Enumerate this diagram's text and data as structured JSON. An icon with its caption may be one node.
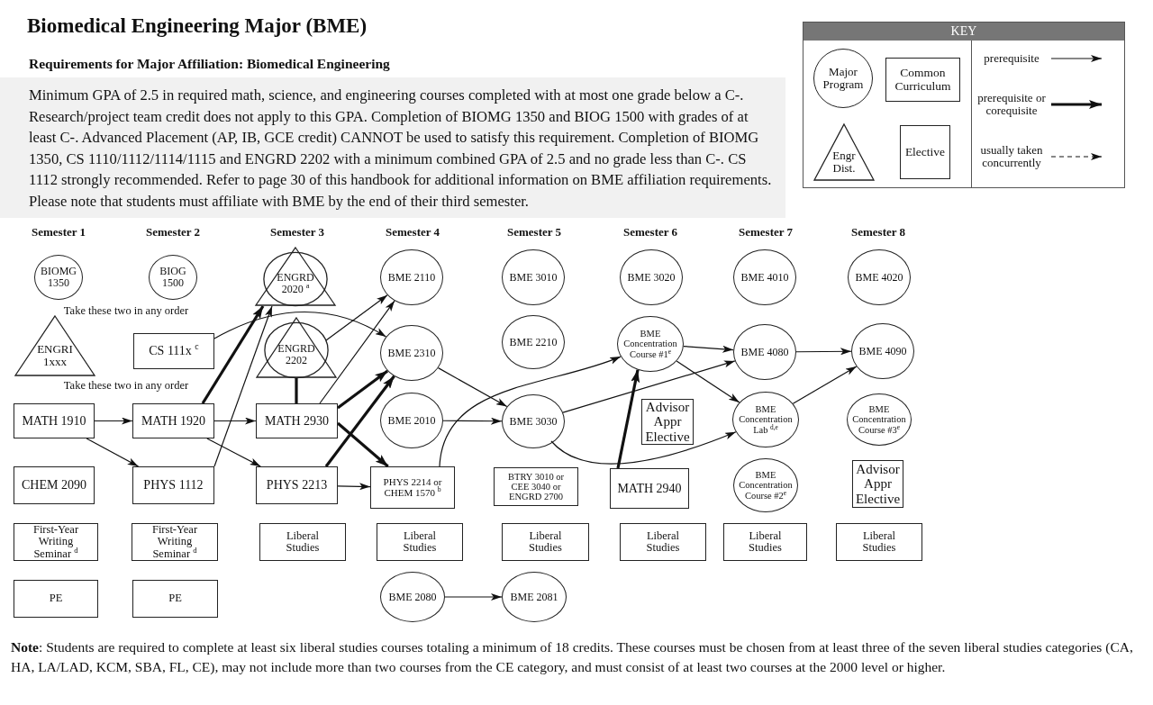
{
  "diagram": {
    "title": "Biomedical Engineering Major (BME)",
    "nodes": [
      {
        "text": [
          "BIOMG 1350"
        ]
      },
      {
        "text": [
          "BIOG 1500"
        ]
      },
      {
        "text": [
          "ENGRD 2020 $^{a}$"
        ]
      },
      {
        "text": [
          "BME 2110"
        ]
      },
      {
        "text": [
          "BME 3010"
        ]
      },
      {
        "text": [
          "BME 3020"
        ]
      },
      {
        "text": [
          "BME 4010"
        ]
      },
      {
        "text": [
          "BME 4020"
        ]
      },
      {
        "text": [
          "ENGRI 1xxx"
        ]
      },
      {
        "text": [
          "CS 111x $^{c}$"
        ]
      },
      {
        "text": [
          "ENGRD 2202"
        ]
      },
      {
        "text": [
          "BME 2310"
        ]
      },
      {
        "text": [
          "BME 2210"
        ]
      },
      {
        "text": [
          "BME Concentration Course #1$^{e}$"
        ]
      },
      {
        "text": [
          "BME 4080"
        ]
      },
      {
        "text": [
          "BME 4090"
        ]
      },
      {
        "text": [
          "MATH 1910"
        ]
      },
      {
        "text": [
          "MATH 1920"
        ]
      },
      {
        "text": [
          "MATH 2930"
        ]
      },
      {
        "text": [
          "BME 2010"
        ]
      },
      {
        "text": [
          "BME 3030"
        ]
      },
      {
        "text": [
          "Advisor Appr Elective"
        ]
      },
      {
        "text": [
          "BME Concentration Lab $^{d,e}$"
        ]
      },
      {
        "text": [
          "BME Concentration Course #3$^{e}$"
        ]
      },
      {
        "text": [
          "CHEM 2090"
        ]
      },
      {
        "text": [
          "PHYS 1112"
        ]
      },
      {
        "text": [
          "PHYS 2213"
        ]
      },
      {
        "text": [
          "PHYS 2214 or CHEM 1570 $^{b}$"
        ]
      },
      {
        "text": [
          "BTRY 3010 or CEE 3040 or ENGRD 2700"
        ]
      },
      {
        "text": [
          "MATH 2940"
        ]
      },
      {
        "text": [
          "BME Concentration Course #2$^{e}$"
        ]
      },
      {
        "text": [
          "Advisor Appr Elective"
        ]
      },
      {
        "text": [
          "First-Year Writing Seminar $^{d}$"
        ]
      },
      {
        "text": [
          "First-Year Writing Seminar $^{d}$"
        ]
      },
      {
        "text": [
          "Liberal Studies"
        ]
      },
      {
        "text": [
          "Liberal Studies"
        ]
      },
      {
        "text": [
          "Liberal Studies"
        ]
      },
      {
        "text": [
          "Liberal Studies"
        ]
      },
      {
        "text": [
          "Liberal Studies"
        ]
      },
      {
        "text": [
          "Liberal Studies"
        ]
      },
      {
        "text": [
          "PE"
        ]
      },
      {
        "text": [
          "PE"
        ]
      },
      {
        "text": [
          "BME 2080"
        ]
      },
      {
        "text": [
          "BME 2081"
        ]
      },
      {
        "text": [
          "KEY"
        ]
      },
      {
        "text": [
          "Major Program"
        ],
        "in": 44
      },
      {
        "text": [
          "Common Curriculum"
        ],
        "in": 44
      },
      {
        "text": [
          "Engr Dist."
        ],
        "in": 44
      },
      {
        "text": [
          "Elective"
        ],
        "in": 44
      }
    ],
    "edges": [
      {
        "from": 16,
        "to": 17,
        "arrow": "to"
      },
      {
        "from": 16,
        "to": 25,
        "arrow": "to"
      },
      {
        "from": 17,
        "to": 18,
        "arrow": "to"
      },
      {
        "from": 17,
        "to": 26,
        "arrow": "to"
      },
      {
        "from": 17,
        "to": 2,
        "arrow": "to",
        "style": "thick"
      },
      {
        "from": 25,
        "to": 2,
        "arrow": "to"
      },
      {
        "from": 9,
        "to": 11,
        "arrow": "to"
      },
      {
        "from": 10,
        "to": 3,
        "arrow": "to"
      },
      {
        "from": 18,
        "to": 3,
        "arrow": "to"
      },
      {
        "from": 10,
        "to": 18,
        "arrow": "none",
        "style": "thick"
      },
      {
        "from": 18,
        "to": 11,
        "arrow": "to",
        "style": "thick"
      },
      {
        "from": 18,
        "to": 27,
        "arrow": "to",
        "style": "thick"
      },
      {
        "from": 26,
        "to": 11,
        "arrow": "to",
        "style": "thick"
      },
      {
        "from": 26,
        "to": 27,
        "arrow": "to"
      },
      {
        "from": 11,
        "to": 20,
        "arrow": "to"
      },
      {
        "from": 19,
        "to": 20,
        "arrow": "to"
      },
      {
        "from": 27,
        "to": 13,
        "arrow": "to"
      },
      {
        "from": 20,
        "to": 14,
        "arrow": "to"
      },
      {
        "from": 20,
        "to": 22,
        "arrow": "to"
      },
      {
        "from": 29,
        "to": 13,
        "arrow": "to",
        "style": "thick"
      },
      {
        "from": 13,
        "to": 14,
        "arrow": "to"
      },
      {
        "from": 13,
        "to": 22,
        "arrow": "to"
      },
      {
        "from": 14,
        "to": 15,
        "arrow": "to"
      },
      {
        "from": 22,
        "to": 15,
        "arrow": "to"
      },
      {
        "from": 42,
        "to": 43,
        "arrow": "to"
      }
    ],
    "labels": [
      "Requirements for Major Affiliation:  Biomedical Engineering",
      "Minimum  GPA of  2.5 in required math, science, and engineering courses completed with at most one grade below a C-. Research/project team credit does not apply to this GPA. Completion of BIOMG 1350 and BIOG 1500 with grades of at least C-. Advanced Placement (AP, IB, GCE credit) CANNOT be used to satisfy this requirement. Completion of BIOMG 1350, CS 1110/1112/1114/1115 and ENGRD 2202 with a minimum combined GPA of 2.5 and no grade less than C-. CS 1112 strongly recommended. Refer to page 30 of this handbook for additional information on BME affiliation requirements. Please note that students must affiliate with BME by the end of their third semester.",
      "Semester 1",
      "Semester 2",
      "Semester 3",
      "Semester 4",
      "Semester 5",
      "Semester 6",
      "Semester 7",
      "Semester 8",
      "Take these two in any order",
      "Take these two in any order",
      "**Note**: Students are required to complete at least six liberal studies courses totaling a minimum of 18 credits.  These courses must be chosen from at least three of the seven liberal studies categories (CA, HA, LA/LAD, KCM, SBA, FL, CE), may not include more than two courses from the CE category, and must consist of at least two courses at the 2000 level or higher."
    ],
    "legend": [
      {
        "text": "prerequisite"
      },
      {
        "text": "prerequisite or corequisite"
      },
      {
        "text": "usually taken concurrently"
      }
    ]
  }
}
